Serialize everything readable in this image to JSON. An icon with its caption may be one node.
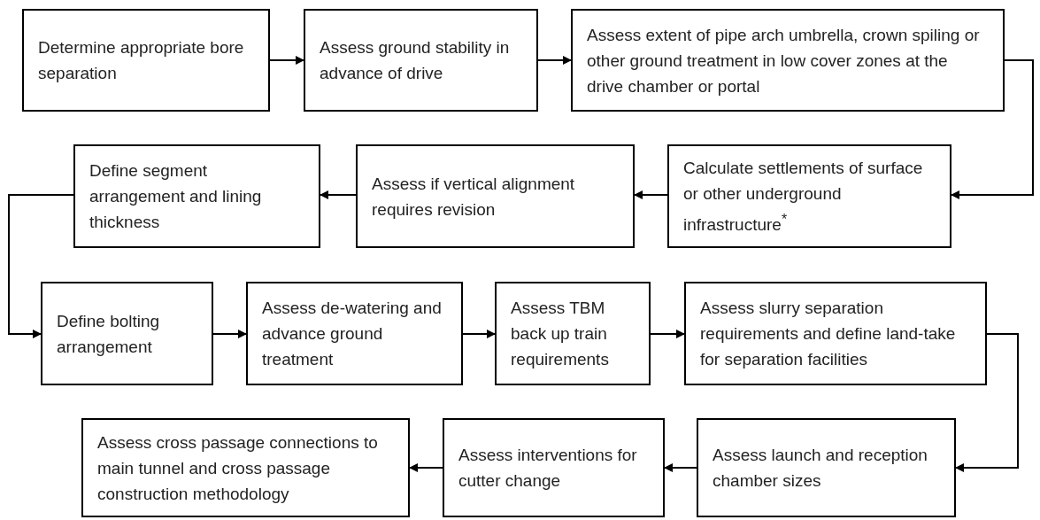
{
  "diagram": {
    "nodes": [
      {
        "text": [
          "Determine appropriate bore separation"
        ]
      },
      {
        "text": [
          "Assess ground stability in advance of drive"
        ]
      },
      {
        "text": [
          "Assess extent of pipe arch umbrella, crown spiling or other ground treatment in low cover zones at the drive chamber or portal"
        ]
      },
      {
        "text": [
          "Calculate settlements of surface or other underground infrastructure$^{*}$"
        ]
      },
      {
        "text": [
          "Assess if vertical alignment requires revision"
        ]
      },
      {
        "text": [
          "Define segment arrangement and lining thickness"
        ]
      },
      {
        "text": [
          "Define bolting arrangement"
        ]
      },
      {
        "text": [
          "Assess de-watering and advance ground treatment"
        ]
      },
      {
        "text": [
          "Assess TBM back up train requirements"
        ]
      },
      {
        "text": [
          "Assess slurry separation requirements and define land-take for separation facilities"
        ]
      },
      {
        "text": [
          "Assess launch and reception chamber sizes"
        ]
      },
      {
        "text": [
          "Assess interventions for cutter change"
        ]
      },
      {
        "text": [
          "Assess cross passage connections to main tunnel and cross passage construction methodology"
        ]
      }
    ],
    "edges": [
      {
        "from": 0,
        "to": 1,
        "arrow": "to"
      },
      {
        "from": 1,
        "to": 2,
        "arrow": "to"
      },
      {
        "from": 2,
        "to": 3,
        "arrow": "to"
      },
      {
        "from": 3,
        "to": 4,
        "arrow": "to"
      },
      {
        "from": 4,
        "to": 5,
        "arrow": "to"
      },
      {
        "from": 5,
        "to": 6,
        "arrow": "to"
      },
      {
        "from": 6,
        "to": 7,
        "arrow": "to"
      },
      {
        "from": 7,
        "to": 8,
        "arrow": "to"
      },
      {
        "from": 8,
        "to": 9,
        "arrow": "to"
      },
      {
        "from": 9,
        "to": 10,
        "arrow": "to"
      },
      {
        "from": 10,
        "to": 11,
        "arrow": "to"
      },
      {
        "from": 11,
        "to": 12,
        "arrow": "to"
      }
    ]
  }
}
